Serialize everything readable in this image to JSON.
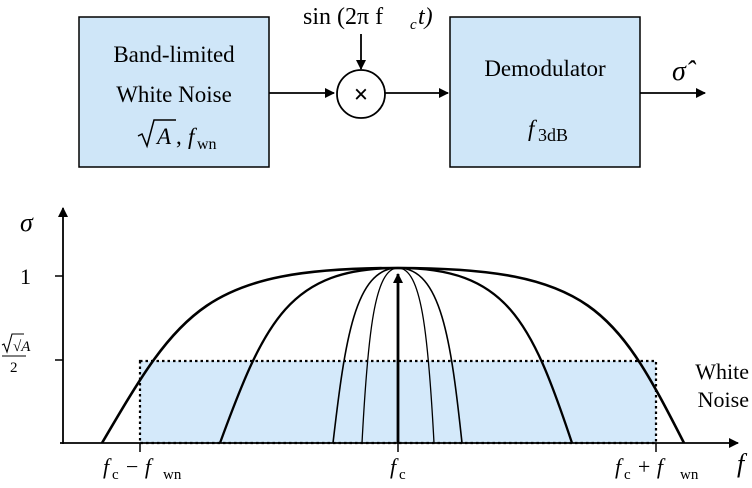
{
  "block_diagram": {
    "noise_block": {
      "line1": "Band-limited",
      "line2": "White Noise",
      "param_sqrt": "A",
      "param_sep": ",",
      "param_f": "f",
      "param_f_sub": "wn"
    },
    "mixer": {
      "symbol": "×",
      "carrier": "sin (2π f",
      "carrier_sub": "c",
      "carrier_end": "t)"
    },
    "demod_block": {
      "title": "Demodulator",
      "f": "f",
      "f_sub": "3dB"
    },
    "output": "σ̂"
  },
  "plot": {
    "ylabel": "σ",
    "xlabel": "f",
    "ytick_top": "1",
    "ytick_mid_num": "√A",
    "ytick_mid_den": "2",
    "xtick_left": "f",
    "xtick_left_sub": "c",
    "xtick_left_rest": " − f",
    "xtick_left_rest_sub": "wn",
    "xtick_center": "f",
    "xtick_center_sub": "c",
    "xtick_right": "f",
    "xtick_right_sub": "c",
    "xtick_right_rest": " + f",
    "xtick_right_rest_sub": "wn",
    "noise_label_line1": "White",
    "noise_label_line2": "Noise",
    "colors": {
      "block_fill": "#cfe6f8",
      "noise_fill": "#d4e9fa"
    }
  }
}
